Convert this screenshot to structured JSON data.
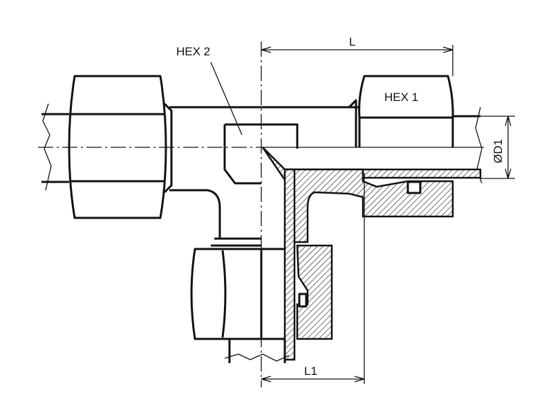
{
  "drawing": {
    "labels": {
      "hex2": "HEX 2",
      "hex1": "HEX 1",
      "length": "L",
      "length1": "L1",
      "diameter": "ØD1"
    },
    "colors": {
      "line": "#111111",
      "background": "#ffffff"
    }
  }
}
